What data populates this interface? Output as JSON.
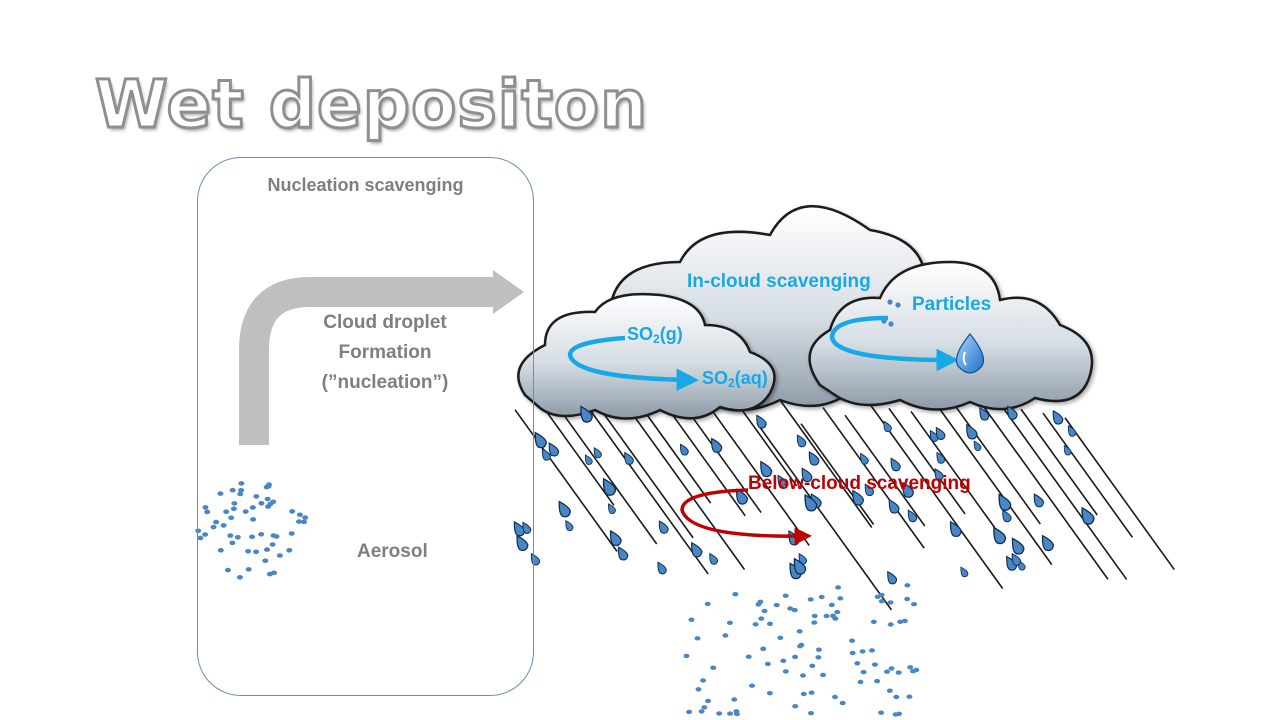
{
  "title": "Wet depositon",
  "left_panel": {
    "title": "Nucleation scavenging",
    "process_label": {
      "line1": "Cloud droplet",
      "line2": "Formation",
      "line3": "(”nucleation”)"
    },
    "aerosol_label": "Aerosol"
  },
  "cloud": {
    "in_cloud_label": "In-cloud scavenging",
    "particles_label": "Particles",
    "so2_gas": {
      "base": "SO",
      "sub": "2",
      "state": "(g)"
    },
    "so2_aqueous": {
      "base": "SO",
      "sub": "2",
      "state": "(aq)"
    }
  },
  "below_cloud_label": "Below-cloud scavenging",
  "colors": {
    "title_outline": "#8f8f8f",
    "label_gray": "#7f7f7f",
    "in_cloud_blue": "#17a9e6",
    "below_cloud_red": "#c00000",
    "drop_blue": "#4a86c5",
    "panel_border": "#6a8fb0"
  }
}
